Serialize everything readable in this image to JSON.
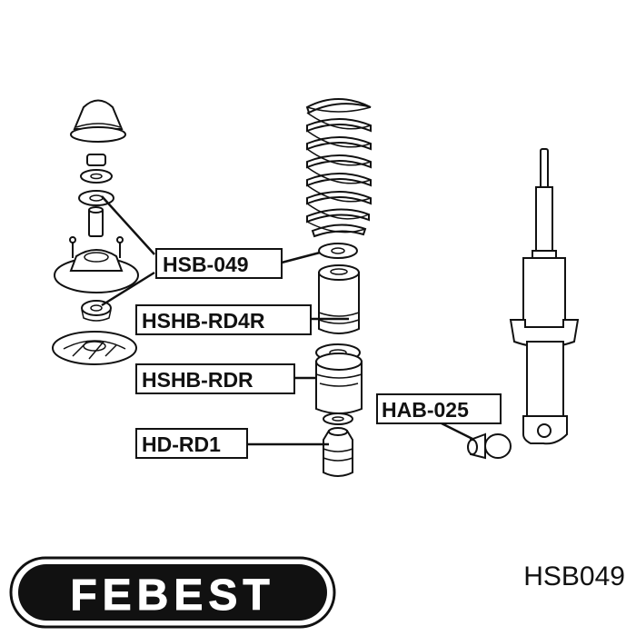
{
  "labels": {
    "hsb049": "HSB-049",
    "hshb_rd4r": "HSHB-RD4R",
    "hshb_rdr": "HSHB-RDR",
    "hd_rd1": "HD-RD1",
    "hab025": "HAB-025"
  },
  "logo": {
    "text": "FEBEST"
  },
  "part_number": "HSB049"
}
